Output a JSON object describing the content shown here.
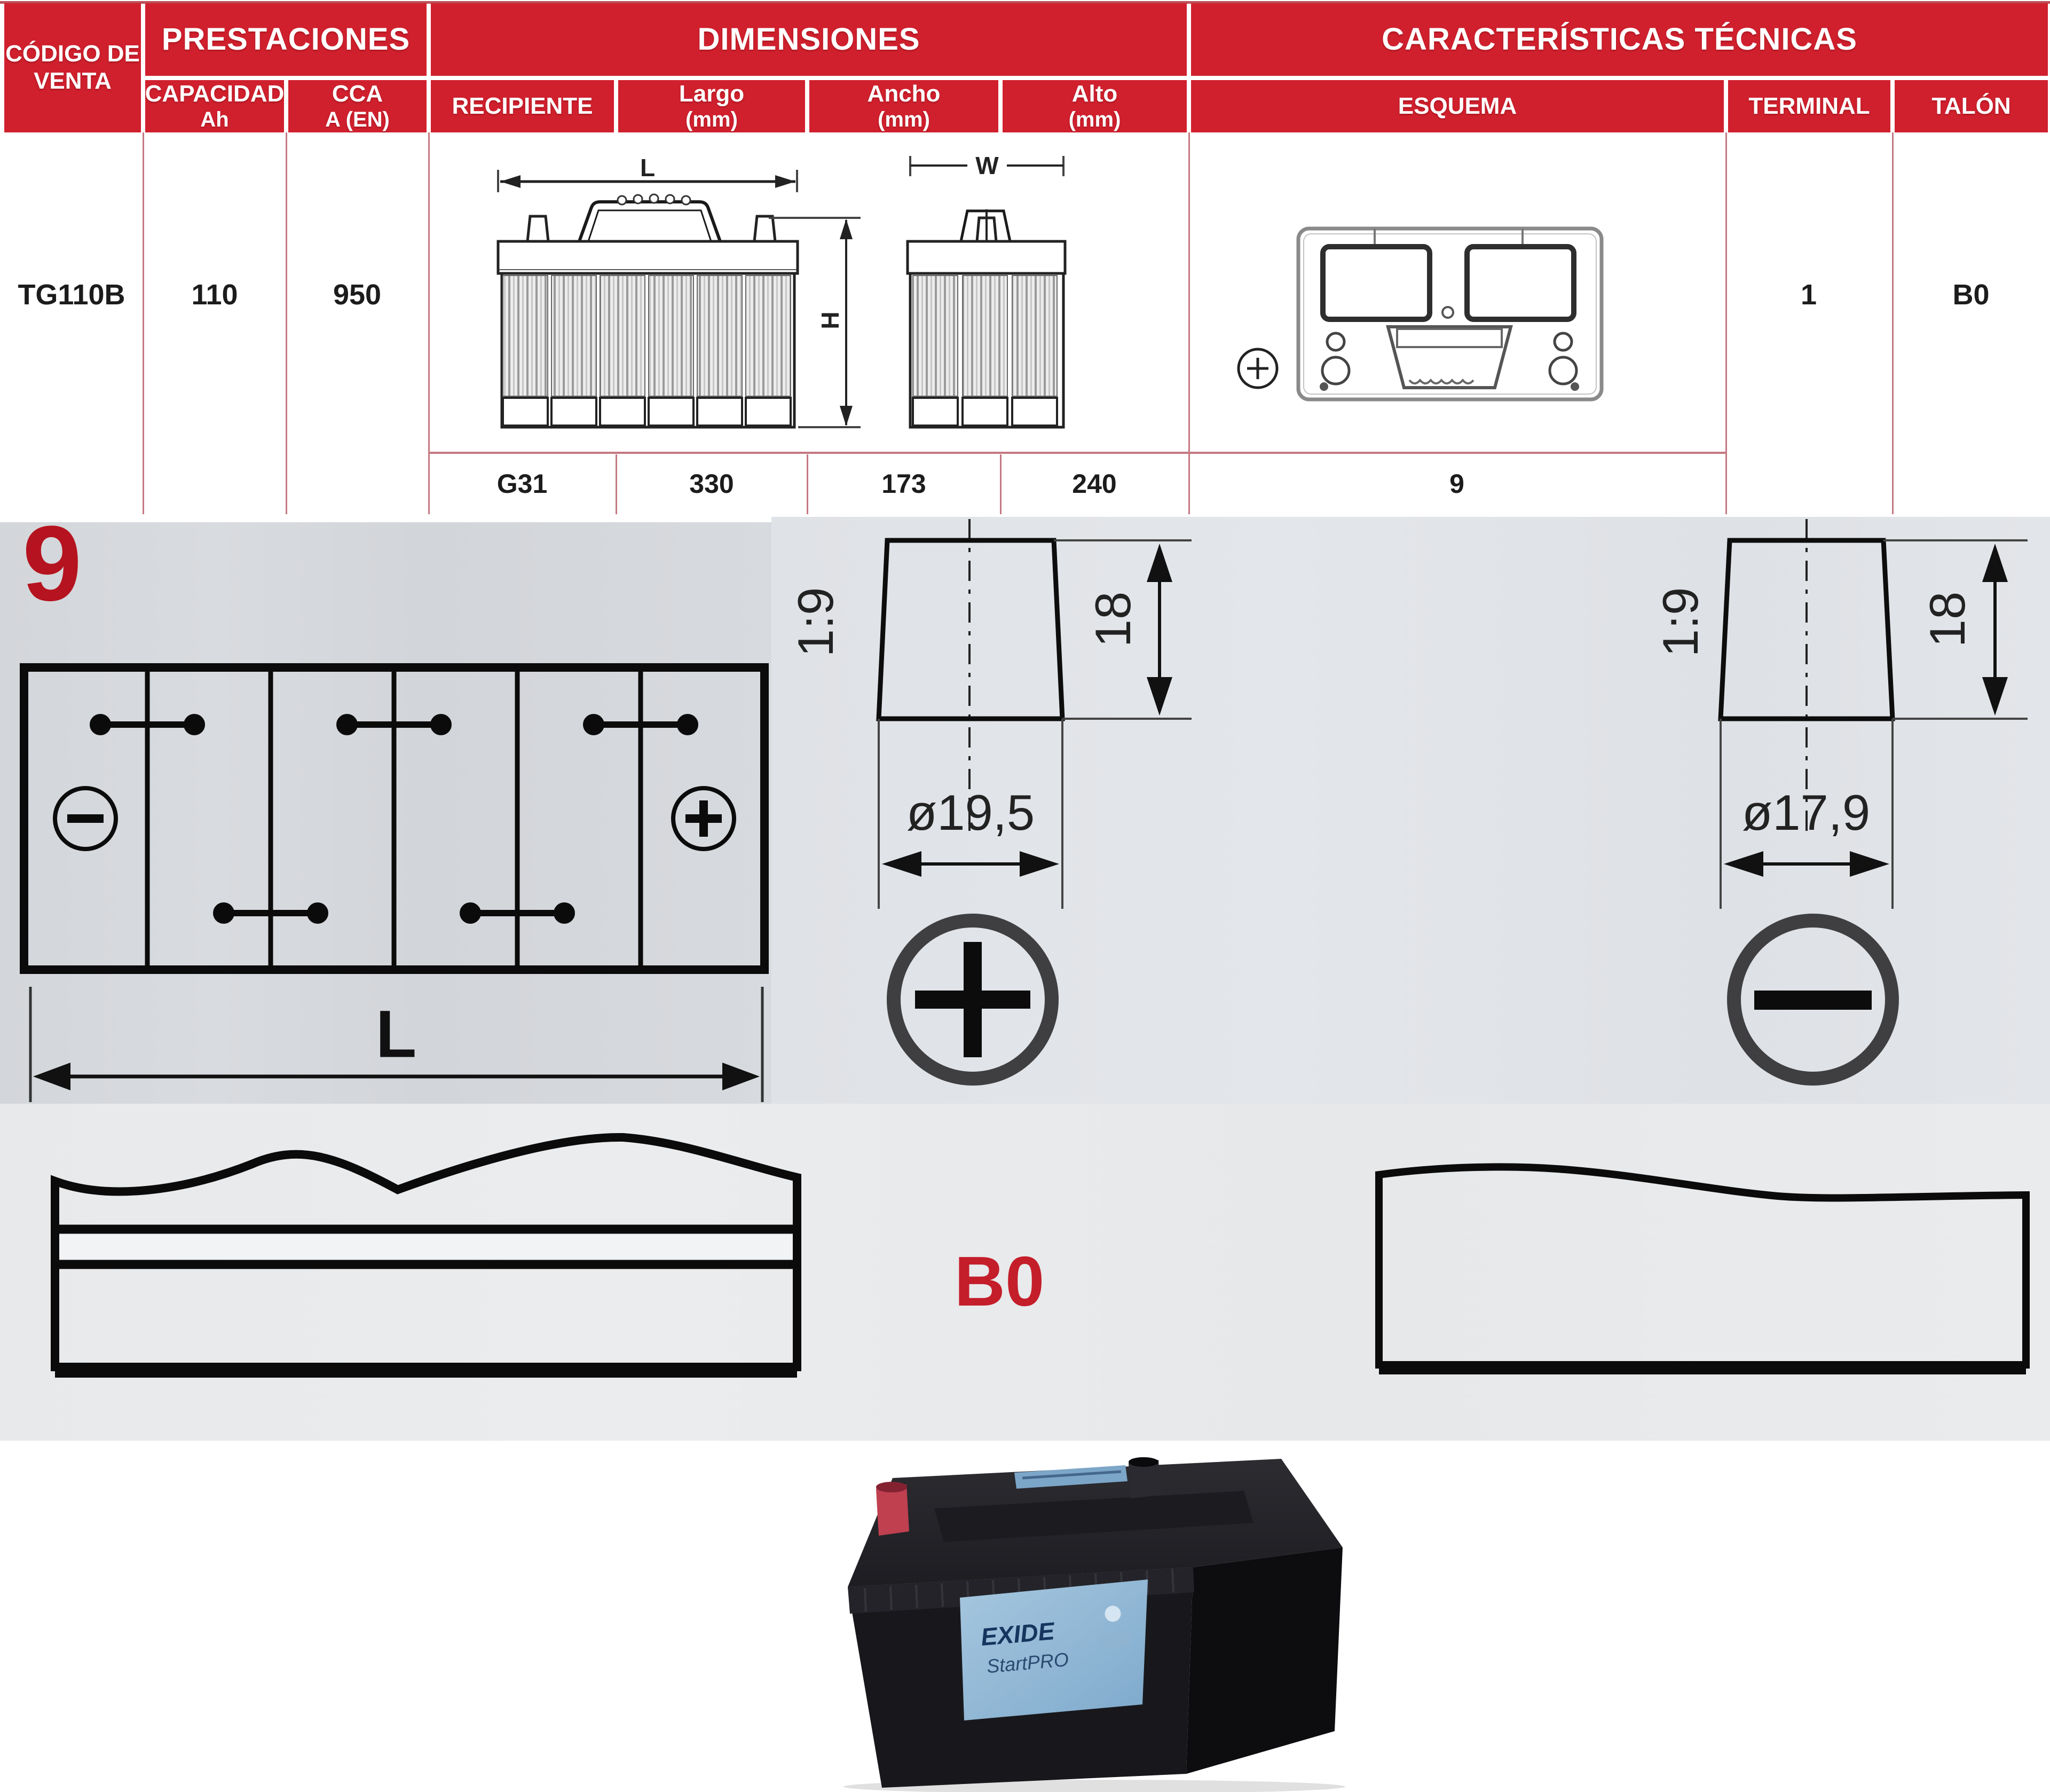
{
  "colors": {
    "header_red": "#d0202e",
    "grid_pink": "#c57983",
    "accent_red": "#bb1420",
    "panel_left_grey": "#d3d6da",
    "panel_right_grey": "#dfe2e6",
    "panel_bottom_grey": "#e8eaec",
    "battery_label_blue": "#8fb9da"
  },
  "header": {
    "groups": [
      {
        "label": "PRESTACIONES"
      },
      {
        "label": "DIMENSIONES"
      },
      {
        "label": "CARACTERÍSTICAS TÉCNICAS"
      }
    ],
    "cols": {
      "codigo1": "CÓDIGO DE",
      "codigo2": "VENTA",
      "capacidad1": "CAPACIDAD",
      "capacidad2": "Ah",
      "cca1": "CCA",
      "cca2": "A (EN)",
      "recipiente": "RECIPIENTE",
      "largo1": "Largo",
      "largo2": "(mm)",
      "ancho1": "Ancho",
      "ancho2": "(mm)",
      "alto1": "Alto",
      "alto2": "(mm)",
      "esquema": "ESQUEMA",
      "terminal": "TERMINAL",
      "talon": "TALÓN"
    }
  },
  "row": {
    "codigo": "TG110B",
    "capacidad": "110",
    "cca": "950",
    "recipiente": "G31",
    "largo": "330",
    "ancho": "173",
    "alto": "240",
    "esquema": "9",
    "terminal": "1",
    "talon": "B0"
  },
  "dimension_drawing": {
    "length_label": "L",
    "height_label": "H",
    "width_label": "W"
  },
  "schematic": {
    "code": "9",
    "length_label": "L"
  },
  "terminals": {
    "positive": {
      "taper": "1:9",
      "height": "18",
      "diameter": "ø19,5"
    },
    "negative": {
      "taper": "1:9",
      "height": "18",
      "diameter": "ø17,9"
    }
  },
  "base": {
    "code": "B0"
  },
  "photo": {
    "brand": "EXIDE",
    "series": "StartPRO"
  }
}
